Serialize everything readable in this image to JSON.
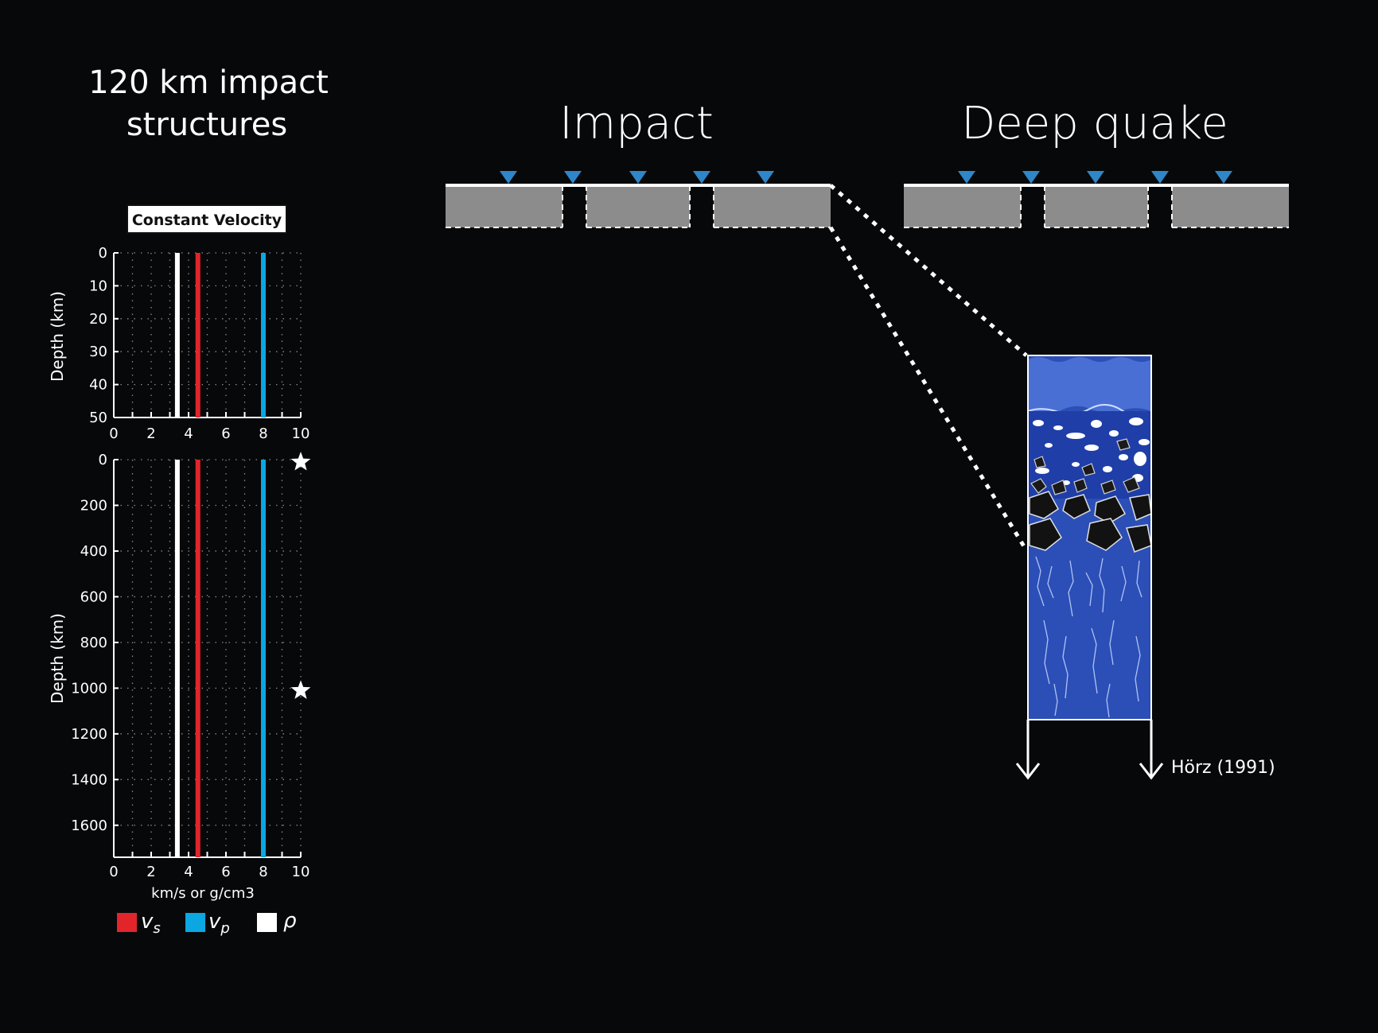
{
  "title": {
    "line1": "120 km impact",
    "line2": "structures"
  },
  "profile_label": "Constant Velocity",
  "panels": {
    "impact": {
      "title": "Impact",
      "stations": 5,
      "gap_count": 2
    },
    "deep_quake": {
      "title": "Deep quake",
      "stations": 5,
      "gap_count": 2
    }
  },
  "citation": "Hörz (1991)",
  "legend": [
    {
      "symbol": "v",
      "sub": "s",
      "color": "#e1252b"
    },
    {
      "symbol": "v",
      "sub": "p",
      "color": "#0aa7e2"
    },
    {
      "symbol": "ρ",
      "sub": "",
      "color": "#ffffff"
    }
  ],
  "colors": {
    "background": "#07080a",
    "station": "#2f86c8",
    "block": "#8c8c8c",
    "column_blue": "#2b4fb6"
  },
  "chart_data": [
    {
      "type": "line",
      "ylabel": "Depth (km)",
      "xlabel": "",
      "xlim": [
        0,
        10
      ],
      "ylim": [
        50,
        0
      ],
      "x_ticks": [
        "0",
        "2",
        "4",
        "6",
        "8",
        "10"
      ],
      "y_ticks": [
        "0",
        "10",
        "20",
        "30",
        "40",
        "50"
      ],
      "grid": true,
      "series": [
        {
          "name": "ρ",
          "color": "#ffffff",
          "x": [
            3.4,
            3.4
          ],
          "y": [
            0,
            50
          ]
        },
        {
          "name": "vs",
          "color": "#e1252b",
          "x": [
            4.5,
            4.5
          ],
          "y": [
            0,
            50
          ]
        },
        {
          "name": "vp",
          "color": "#0aa7e2",
          "x": [
            8.0,
            8.0
          ],
          "y": [
            0,
            50
          ]
        }
      ]
    },
    {
      "type": "line",
      "ylabel": "Depth (km)",
      "xlabel": "km/s or g/cm3",
      "xlim": [
        0,
        10
      ],
      "ylim": [
        1740,
        0
      ],
      "x_ticks": [
        "0",
        "2",
        "4",
        "6",
        "8",
        "10"
      ],
      "y_ticks": [
        "0",
        "200",
        "400",
        "600",
        "800",
        "1000",
        "1200",
        "1400",
        "1600"
      ],
      "grid": true,
      "markers": [
        {
          "label": "star",
          "x": 10,
          "y": 0
        },
        {
          "label": "star",
          "x": 10,
          "y": 1000
        }
      ],
      "series": [
        {
          "name": "ρ",
          "color": "#ffffff",
          "x": [
            3.4,
            3.4
          ],
          "y": [
            0,
            1740
          ]
        },
        {
          "name": "vs",
          "color": "#e1252b",
          "x": [
            4.5,
            4.5
          ],
          "y": [
            0,
            1740
          ]
        },
        {
          "name": "vp",
          "color": "#0aa7e2",
          "x": [
            8.0,
            8.0
          ],
          "y": [
            0,
            1740
          ]
        }
      ]
    }
  ]
}
